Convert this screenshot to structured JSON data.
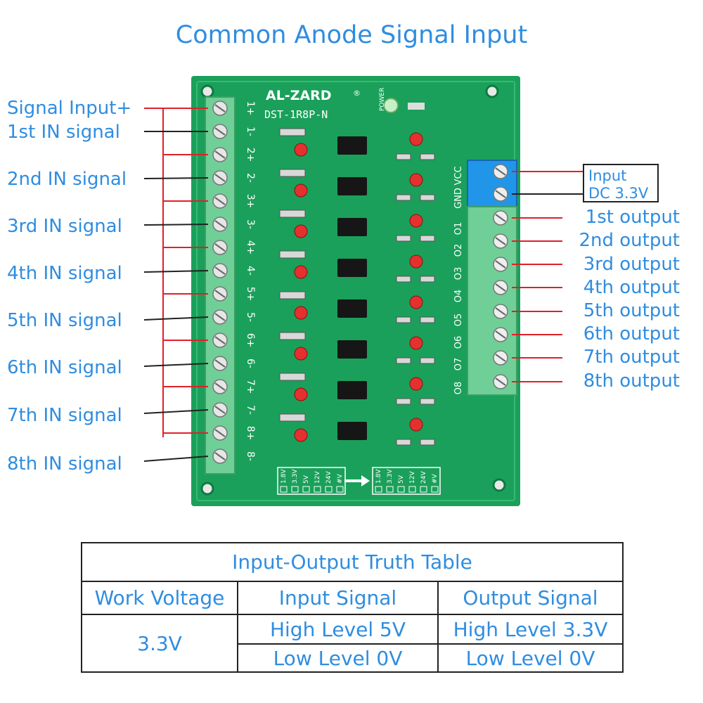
{
  "title": "Common Anode Signal Input",
  "board": {
    "brand": "AL-ZARD",
    "registered_mark": "®",
    "model": "DST-1R8P-N",
    "power_label": "POWER",
    "input_terminal_labels": [
      "1+",
      "1-",
      "2+",
      "2-",
      "3+",
      "3-",
      "4+",
      "4-",
      "5+",
      "5-",
      "6+",
      "6-",
      "7+",
      "7-",
      "8+",
      "8-"
    ],
    "output_terminal_labels": [
      "GND",
      "VCC",
      "O1",
      "O2",
      "O3",
      "O4",
      "O5",
      "O6",
      "O7",
      "O8"
    ],
    "voltage_jumpers": [
      "1.8V",
      "3.3V",
      "5V",
      "12V",
      "24V",
      "#V"
    ],
    "arrow_icon": "right-arrow-icon",
    "pcb_color": "#1aa05a",
    "terminal_color": "#6fcf97",
    "blue_terminal_color": "#2196e8",
    "wire_color": "#e0202a"
  },
  "left_labels": [
    "Signal Input+",
    "1st IN signal",
    "2nd IN signal",
    "3rd IN signal",
    "4th IN signal",
    "5th IN signal",
    "6th IN signal",
    "7th IN signal",
    "8th IN signal"
  ],
  "power_input": {
    "line1": "Input",
    "line2": "DC 3.3V"
  },
  "right_labels": [
    "1st output",
    "2nd output",
    "3rd output",
    "4th output",
    "5th output",
    "6th output",
    "7th output",
    "8th output"
  ],
  "truth_table": {
    "title": "Input-Output Truth Table",
    "headers": [
      "Work Voltage",
      "Input Signal",
      "Output Signal"
    ],
    "work_voltage": "3.3V",
    "rows": [
      [
        "High Level 5V",
        "High Level 3.3V"
      ],
      [
        "Low Level 0V",
        "Low Level 0V"
      ]
    ]
  },
  "accent_color": "#2f8de0"
}
